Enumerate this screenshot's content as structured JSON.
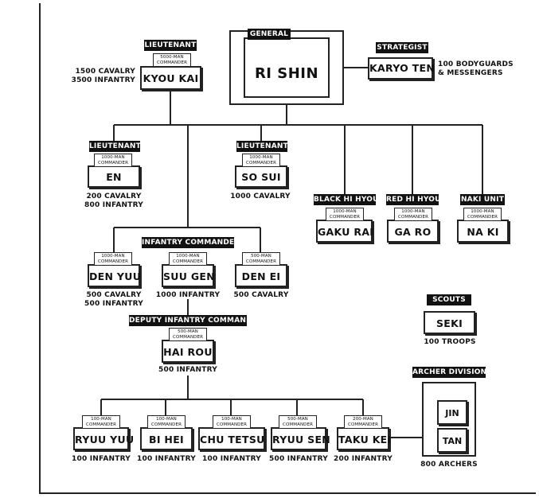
{
  "general": {
    "title": "GENERAL",
    "name": "RI SHIN"
  },
  "strategist": {
    "title": "STRATEGIST",
    "name": "KARYO TEN",
    "note": [
      "100 BODYGUARDS",
      "& MESSENGERS"
    ]
  },
  "kyou_kai": {
    "title": "LIEUTENANT",
    "rank": [
      "5000-MAN",
      "COMMANDER"
    ],
    "name": "KYOU KAI",
    "troops": [
      "1500 CAVALRY",
      "3500 INFANTRY"
    ]
  },
  "en": {
    "title": "LIEUTENANT",
    "rank": [
      "1000-MAN",
      "COMMANDER"
    ],
    "name": "EN",
    "troops": [
      "200 CAVALRY",
      "800 INFANTRY"
    ]
  },
  "so_sui": {
    "title": "LIEUTENANT",
    "rank": [
      "1000-MAN",
      "COMMANDER"
    ],
    "name": "SO SUI",
    "troops": [
      "1000 CAVALRY"
    ]
  },
  "gaku_rai": {
    "title": "BLACK HI HYOU",
    "rank": [
      "1000-MAN",
      "COMMANDER"
    ],
    "name": "GAKU RAI"
  },
  "ga_ro": {
    "title": "RED HI HYOU",
    "rank": [
      "1000-MAN",
      "COMMANDER"
    ],
    "name": "GA RO"
  },
  "na_ki": {
    "title": "NAKI UNIT",
    "rank": [
      "1000-MAN",
      "COMMANDER"
    ],
    "name": "NA KI"
  },
  "infantry_commander": {
    "title": "INFANTRY COMMANDER"
  },
  "den_yuu": {
    "rank": [
      "1000-MAN",
      "COMMANDER"
    ],
    "name": "DEN YUU",
    "troops": [
      "500 CAVALRY",
      "500 INFANTRY"
    ]
  },
  "suu_gen": {
    "rank": [
      "1000-MAN",
      "COMMANDER"
    ],
    "name": "SUU GEN",
    "troops": [
      "1000 INFANTRY"
    ]
  },
  "den_ei": {
    "rank": [
      "500-MAN",
      "COMMANDER"
    ],
    "name": "DEN EI",
    "troops": [
      "500 CAVALRY"
    ]
  },
  "scouts": {
    "title": "SCOUTS",
    "name": "SEKI",
    "troops": [
      "100 TROOPS"
    ]
  },
  "hai_rou": {
    "title": "DEPUTY INFANTRY COMMANDER",
    "rank": [
      "500-MAN",
      "COMMANDER"
    ],
    "name": "HAI ROU",
    "troops": [
      "500 INFANTRY"
    ]
  },
  "ryuu_yuu": {
    "rank": [
      "100-MAN",
      "COMMANDER"
    ],
    "name": "RYUU YUU",
    "troops": [
      "100 INFANTRY"
    ]
  },
  "bi_hei": {
    "rank": [
      "100-MAN",
      "COMMANDER"
    ],
    "name": "BI HEI",
    "troops": [
      "100 INFANTRY"
    ]
  },
  "chu_tetsu": {
    "rank": [
      "100-MAN",
      "COMMANDER"
    ],
    "name": "CHU TETSU",
    "troops": [
      "100 INFANTRY"
    ]
  },
  "ryuu_sen": {
    "rank": [
      "500-MAN",
      "COMMANDER"
    ],
    "name": "RYUU SEN",
    "troops": [
      "500 INFANTRY"
    ]
  },
  "taku_kei": {
    "rank": [
      "200-MAN",
      "COMMANDER"
    ],
    "name": "TAKU KEI",
    "troops": [
      "200 INFANTRY"
    ]
  },
  "archer_division": {
    "title": "ARCHER DIVISION",
    "members": [
      "JIN",
      "TAN"
    ],
    "troops": [
      "800 ARCHERS"
    ]
  }
}
